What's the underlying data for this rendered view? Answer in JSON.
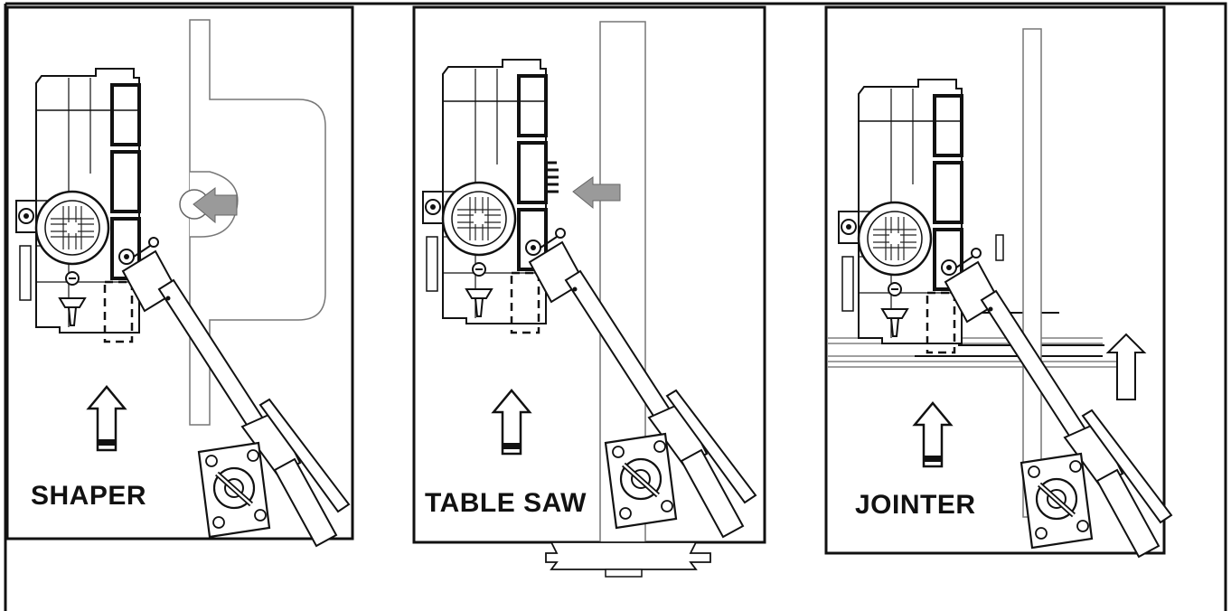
{
  "panels": [
    {
      "id": "shaper",
      "label": "SHAPER"
    },
    {
      "id": "table-saw",
      "label": "TABLE SAW"
    },
    {
      "id": "jointer",
      "label": "JOINTER"
    }
  ],
  "colors": {
    "line": "#111111",
    "gray_arrow": "#9a9a9a",
    "background": "#ffffff"
  },
  "icons": [
    "up-arrow-icon",
    "left-arrow-icon",
    "motor-fan-icon",
    "control-knob-icon",
    "mounting-plate-icon"
  ]
}
